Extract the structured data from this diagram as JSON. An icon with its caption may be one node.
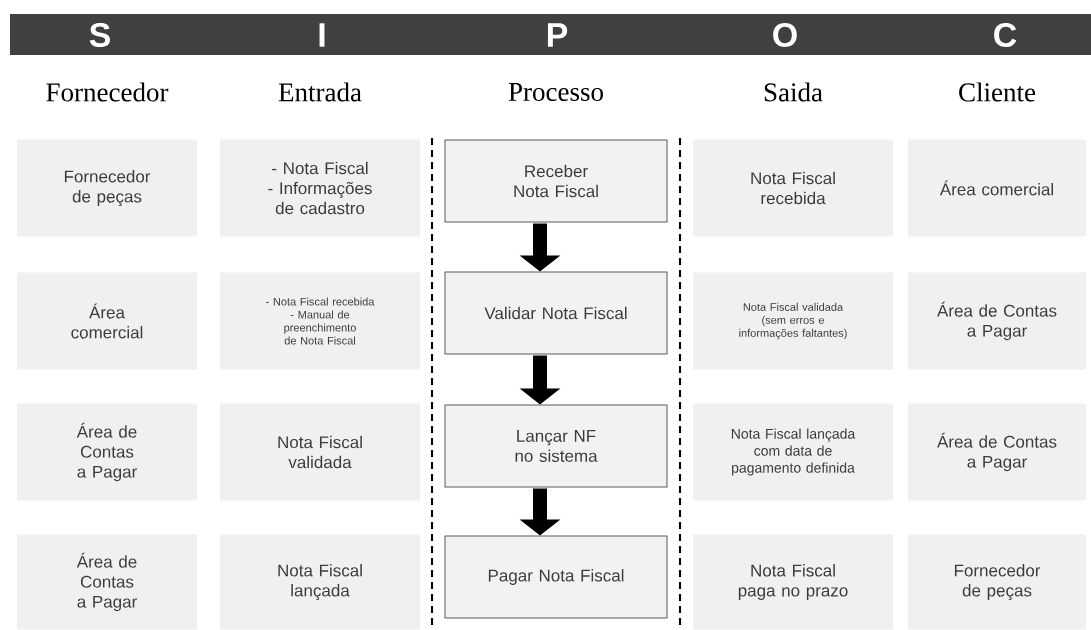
{
  "diagram": {
    "nodes": [
      {
        "text": [
          "Fornecedor de peças"
        ]
      },
      {
        "text": [
          "- Nota Fiscal",
          "- Informações de cadastro"
        ]
      },
      {
        "text": [
          "Receber Nota Fiscal"
        ]
      },
      {
        "text": [
          "Nota Fiscal recebida"
        ]
      },
      {
        "text": [
          "Área comercial"
        ]
      },
      {
        "text": [
          "Área comercial"
        ]
      },
      {
        "text": [
          "- Nota Fiscal recebida",
          "- Manual de preenchimento de Nota Fiscal"
        ]
      },
      {
        "text": [
          "Validar Nota Fiscal"
        ]
      },
      {
        "text": [
          "Nota Fiscal validada (sem erros e informações faltantes)"
        ]
      },
      {
        "text": [
          "Área de Contas a Pagar"
        ]
      },
      {
        "text": [
          "Área de Contas a Pagar"
        ]
      },
      {
        "text": [
          "Nota Fiscal validada"
        ]
      },
      {
        "text": [
          "Lançar NF no sistema"
        ]
      },
      {
        "text": [
          "Nota Fiscal lançada com data de pagamento definida"
        ]
      },
      {
        "text": [
          "Área de Contas a Pagar"
        ]
      },
      {
        "text": [
          "Área de Contas a Pagar"
        ]
      },
      {
        "text": [
          "Nota Fiscal lançada"
        ]
      },
      {
        "text": [
          "Pagar Nota Fiscal"
        ]
      },
      {
        "text": [
          "Nota Fiscal paga no prazo"
        ]
      },
      {
        "text": [
          "Fornecedor de peças"
        ]
      }
    ],
    "edges": [
      {
        "from": 2,
        "to": 7,
        "arrow": "to"
      },
      {
        "from": 7,
        "to": 12,
        "arrow": "to"
      },
      {
        "from": 12,
        "to": 17,
        "arrow": "to"
      }
    ],
    "labels": [
      "S",
      "I",
      "P",
      "O",
      "C",
      "Fornecedor",
      "Entrada",
      "Processo",
      "Saida",
      "Cliente"
    ]
  }
}
